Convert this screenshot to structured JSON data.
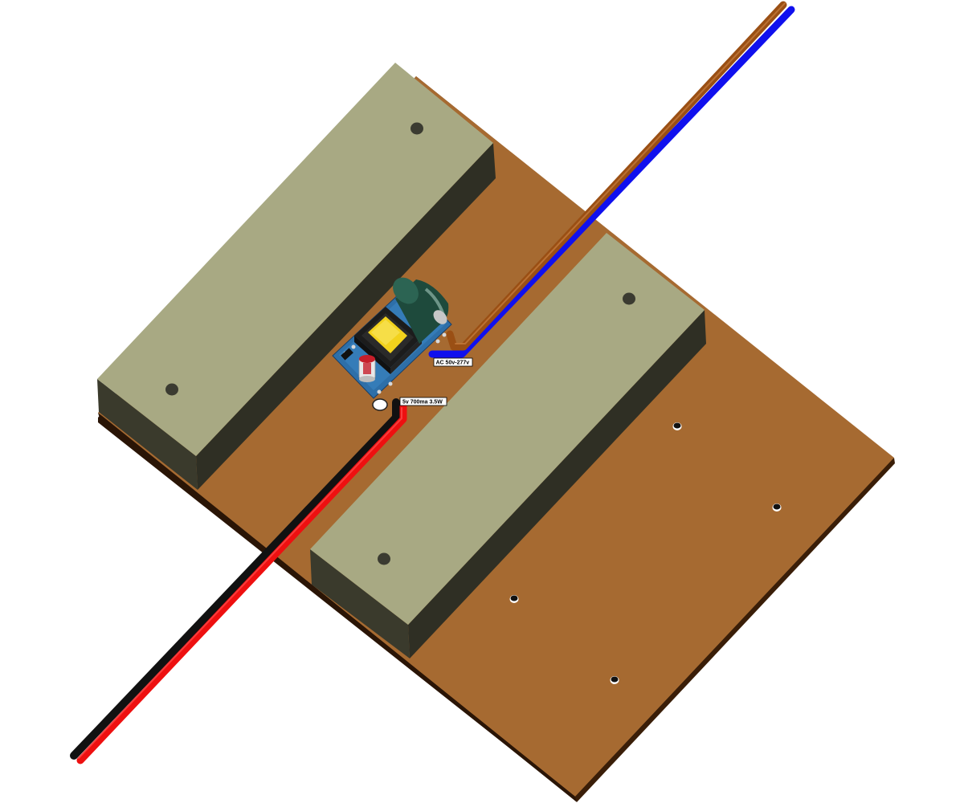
{
  "labels": {
    "ac_input": "AC 50v-277v",
    "dc_output": "5v 700ma 3.5W"
  },
  "colors": {
    "board_top": "#A66A31",
    "board_edge": "#2A1506",
    "block_top": "#A8A983",
    "block_front": "#3A3A2C",
    "block_side": "#2E2E22",
    "wire_brown": "#9A4F14",
    "wire_blue": "#1010EE",
    "wire_red": "#EE1010",
    "wire_black": "#111111",
    "pcb_blue": "#2E6FA8",
    "transformer_yellow": "#F2D21C",
    "capacitor_green": "#1E4A3C",
    "capacitor_red_cap": "#C61E2A"
  },
  "icons": {
    "mounting_block_left": "insulating-block",
    "mounting_block_right": "insulating-block",
    "driver_module": "ac-dc-driver-pcb",
    "ac_cable": "two-core-ac-cable",
    "dc_cable": "two-core-dc-cable",
    "cable_hole": "through-hole"
  }
}
